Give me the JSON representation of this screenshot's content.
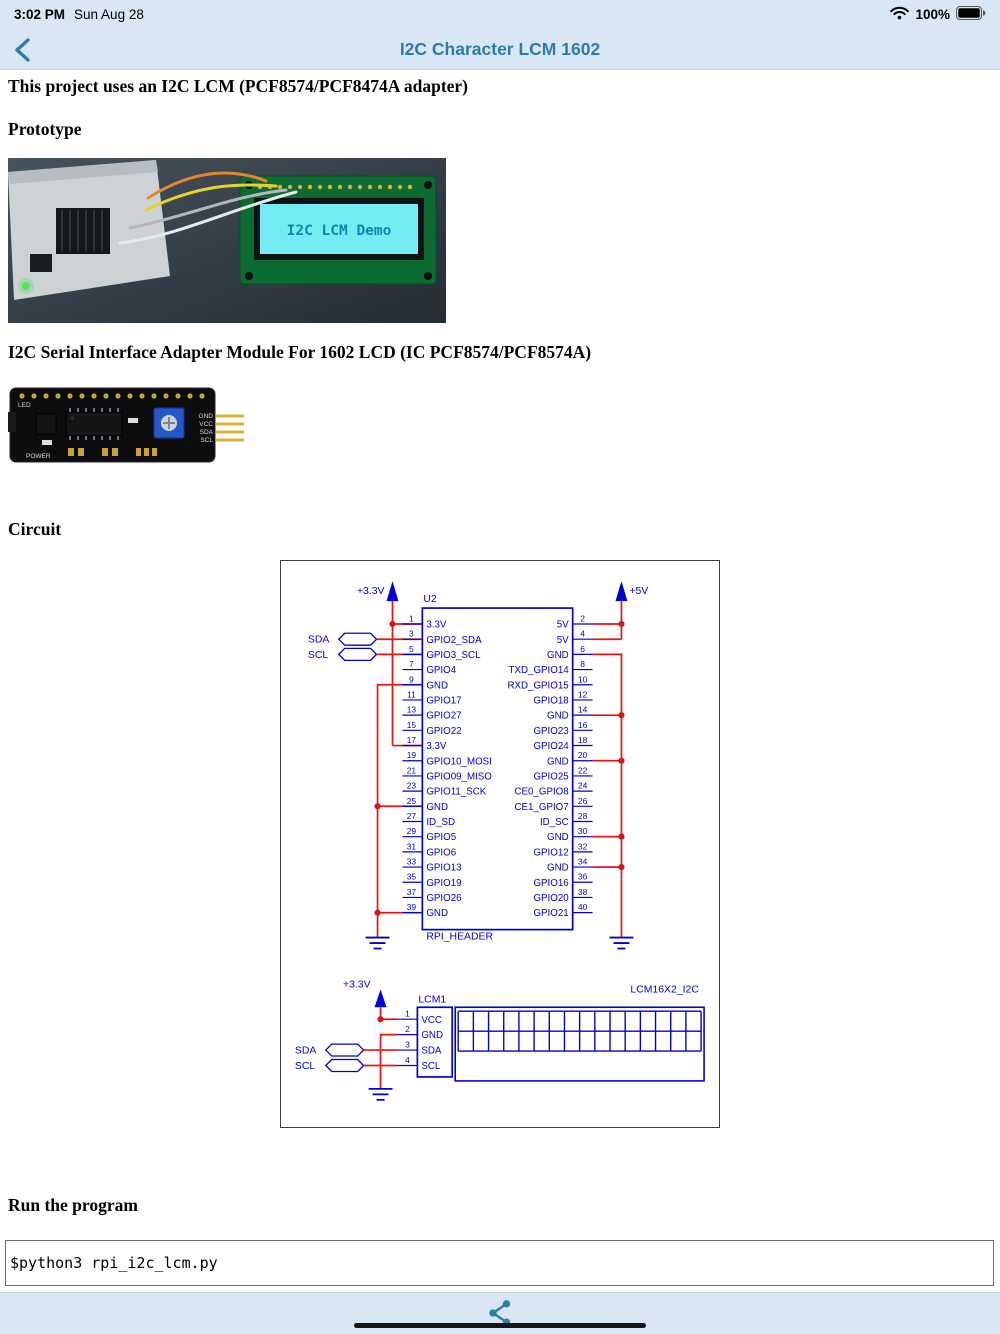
{
  "colors": {
    "bar_bg": "#d9e6f3",
    "accent_teal": "#2e7ca8",
    "schematic_blue": "#0000d8",
    "wire_red": "#f01010",
    "lcd_cyan": "#74ecf4"
  },
  "status_bar": {
    "time": "3:02 PM",
    "date": "Sun Aug 28",
    "battery": "100%"
  },
  "nav": {
    "title": "I2C Character LCM 1602"
  },
  "content": {
    "intro_heading": "This project uses an I2C LCM (PCF8574/PCF8474A adapter)",
    "prototype_heading": "Prototype",
    "adapter_heading": "I2C Serial Interface Adapter Module For 1602 LCD (IC PCF8574/PCF8574A)",
    "circuit_heading": "Circuit",
    "run_heading": "Run the program",
    "code": "$python3 rpi_i2c_lcm.py"
  },
  "photos": {
    "prototype": {
      "lcd_text": "I2C LCM Demo"
    },
    "adapter": {
      "pin_labels": [
        "GND",
        "VCC",
        "SDA",
        "SCL"
      ],
      "silk_led": "LED",
      "silk_power": "POWER"
    }
  },
  "schematic": {
    "u2_ref": "U2",
    "u2_name": "RPI_HEADER",
    "lcm_ref": "LCM1",
    "lcm_name": "LCM16X2_I2C",
    "power_33": "+3.3V",
    "power_5": "+5V",
    "net_sda": "SDA",
    "net_scl": "SCL",
    "u2_left_pins": [
      [
        1,
        "3.3V"
      ],
      [
        3,
        "GPIO2_SDA"
      ],
      [
        5,
        "GPIO3_SCL"
      ],
      [
        7,
        "GPIO4"
      ],
      [
        9,
        "GND"
      ],
      [
        11,
        "GPIO17"
      ],
      [
        13,
        "GPIO27"
      ],
      [
        15,
        "GPIO22"
      ],
      [
        17,
        "3.3V"
      ],
      [
        19,
        "GPIO10_MOSI"
      ],
      [
        21,
        "GPIO09_MISO"
      ],
      [
        23,
        "GPIO11_SCK"
      ],
      [
        25,
        "GND"
      ],
      [
        27,
        "ID_SD"
      ],
      [
        29,
        "GPIO5"
      ],
      [
        31,
        "GPIO6"
      ],
      [
        33,
        "GPIO13"
      ],
      [
        35,
        "GPIO19"
      ],
      [
        37,
        "GPIO26"
      ],
      [
        39,
        "GND"
      ]
    ],
    "u2_right_pins": [
      [
        2,
        "5V"
      ],
      [
        4,
        "5V"
      ],
      [
        6,
        "GND"
      ],
      [
        8,
        "TXD_GPIO14"
      ],
      [
        10,
        "RXD_GPIO15"
      ],
      [
        12,
        "GPIO18"
      ],
      [
        14,
        "GND"
      ],
      [
        16,
        "GPIO23"
      ],
      [
        18,
        "GPIO24"
      ],
      [
        20,
        "GND"
      ],
      [
        22,
        "GPIO25"
      ],
      [
        24,
        "CE0_GPIO8"
      ],
      [
        26,
        "CE1_GPIO7"
      ],
      [
        28,
        "ID_SC"
      ],
      [
        30,
        "GND"
      ],
      [
        32,
        "GPIO12"
      ],
      [
        34,
        "GND"
      ],
      [
        36,
        "GPIO16"
      ],
      [
        38,
        "GPIO20"
      ],
      [
        40,
        "GPIO21"
      ]
    ],
    "lcm_pins": [
      [
        1,
        "VCC"
      ],
      [
        2,
        "GND"
      ],
      [
        3,
        "SDA"
      ],
      [
        4,
        "SCL"
      ]
    ]
  }
}
